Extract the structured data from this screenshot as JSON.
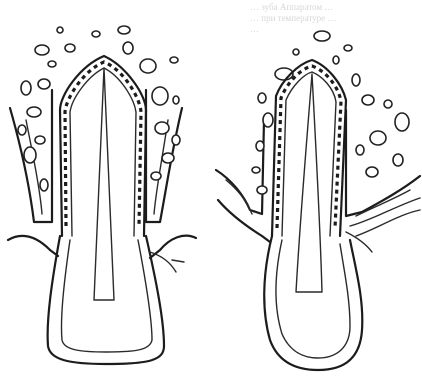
{
  "figure": {
    "panels": [
      {
        "name": "left-tooth-section"
      },
      {
        "name": "right-tooth-section"
      }
    ],
    "bleed_through_text": [
      "… зуба Аппаратом …",
      "… при температуре …",
      "…"
    ],
    "colors": {
      "ink": "#1c1c1c",
      "paper": "#ffffff",
      "faint": "#c9c9c9"
    }
  }
}
